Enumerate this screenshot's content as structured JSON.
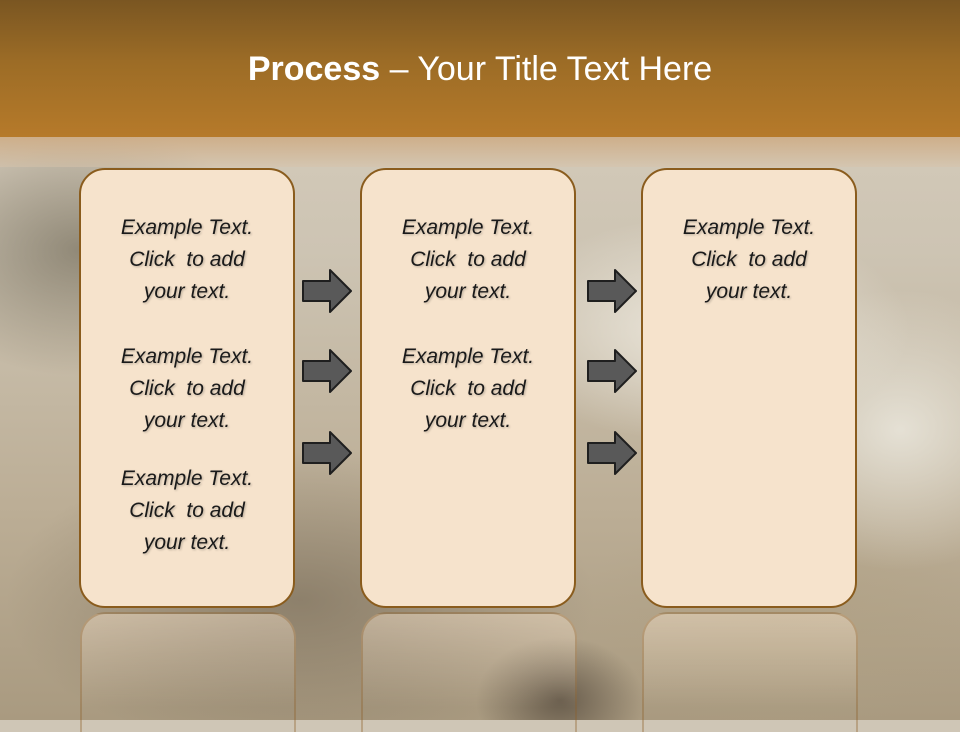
{
  "title": {
    "bold": "Process",
    "rest": " – Your Title Text Here"
  },
  "columns": [
    {
      "blocks": [
        [
          "Example Text.",
          "Click  to add",
          "your text."
        ],
        [
          "Example Text.",
          "Click  to add",
          "your text."
        ],
        [
          "Example Text.",
          "Click  to add",
          "your text."
        ]
      ]
    },
    {
      "blocks": [
        [
          "Example Text.",
          "Click  to add",
          "your text."
        ],
        [
          "Example Text.",
          "Click  to add",
          "your text."
        ]
      ]
    },
    {
      "blocks": [
        [
          "Example Text.",
          "Click  to add",
          "your text."
        ]
      ]
    }
  ],
  "colors": {
    "header": "#9c6c26",
    "card_fill": "#f6e3cc",
    "card_border": "#8a5c1d",
    "arrow": "#595959"
  },
  "icons": {
    "connector": "right-arrow-icon"
  }
}
